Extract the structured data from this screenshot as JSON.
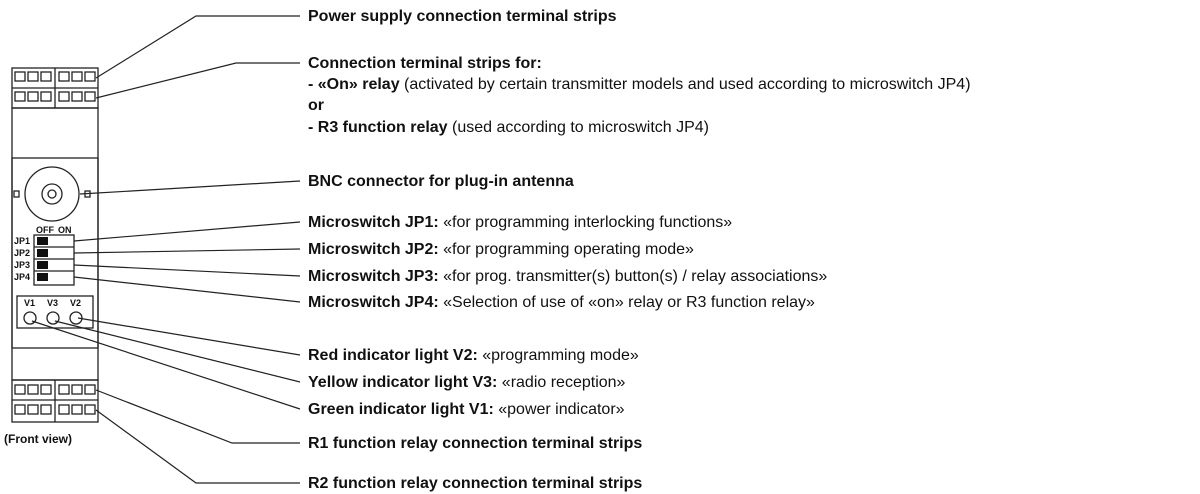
{
  "labels": {
    "power": "Power supply connection terminal strips",
    "conn_title": "Connection terminal strips for:",
    "on_relay_bold": "- «On» relay",
    "on_relay_rest": " (activated by certain transmitter models and used according to microswitch JP4)",
    "or": "or",
    "r3_bold": "- R3 function relay",
    "r3_rest": " (used according to microswitch JP4)",
    "bnc": "BNC connector for plug-in antenna",
    "jp1_bold": "Microswitch JP1:",
    "jp1_rest": " «for programming interlocking functions»",
    "jp2_bold": "Microswitch JP2:",
    "jp2_rest": " «for programming operating mode»",
    "jp3_bold": "Microswitch JP3:",
    "jp3_rest": " «for prog. transmitter(s) button(s) / relay associations»",
    "jp4_bold": "Microswitch JP4:",
    "jp4_rest": " «Selection of use of «on» relay or R3 function relay»",
    "red_bold": "Red indicator light V2:",
    "red_rest": " «programming mode»",
    "yellow_bold": "Yellow indicator light V3:",
    "yellow_rest": " «radio reception»",
    "green_bold": "Green indicator light V1:",
    "green_rest": " «power indicator»",
    "r1": "R1 function relay connection terminal strips",
    "r2": "R2 function relay connection terminal strips"
  },
  "device": {
    "front_view": "(Front view)",
    "off": "OFF",
    "on": "ON",
    "jp1": "JP1",
    "jp2": "JP2",
    "jp3": "JP3",
    "jp4": "JP4",
    "v1": "V1",
    "v3": "V3",
    "v2": "V2"
  }
}
